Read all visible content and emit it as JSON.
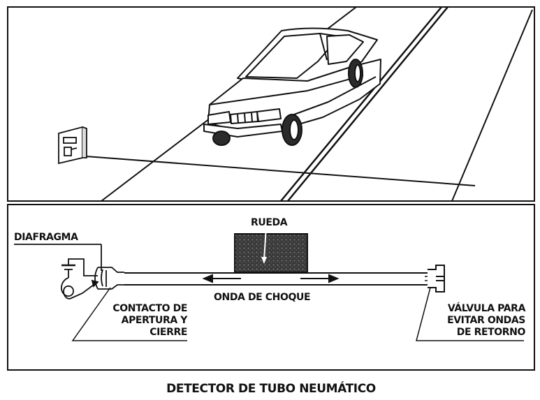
{
  "figure": {
    "labels": {
      "wheel": "RUEDA",
      "diaphragm": "DIAFRAGMA",
      "contact_line1": "CONTACTO DE",
      "contact_line2": "APERTURA Y",
      "contact_line3": "CIERRE",
      "shock_wave": "ONDA DE CHOQUE",
      "valve_line1": "VÁLVULA PARA",
      "valve_line2": "EVITAR ONDAS",
      "valve_line3": "DE RETORNO"
    },
    "caption": "DETECTOR DE TUBO NEUMÁTICO"
  },
  "colors": {
    "ink": "#111111",
    "paper": "#ffffff",
    "tire": "#2b2b2b"
  }
}
